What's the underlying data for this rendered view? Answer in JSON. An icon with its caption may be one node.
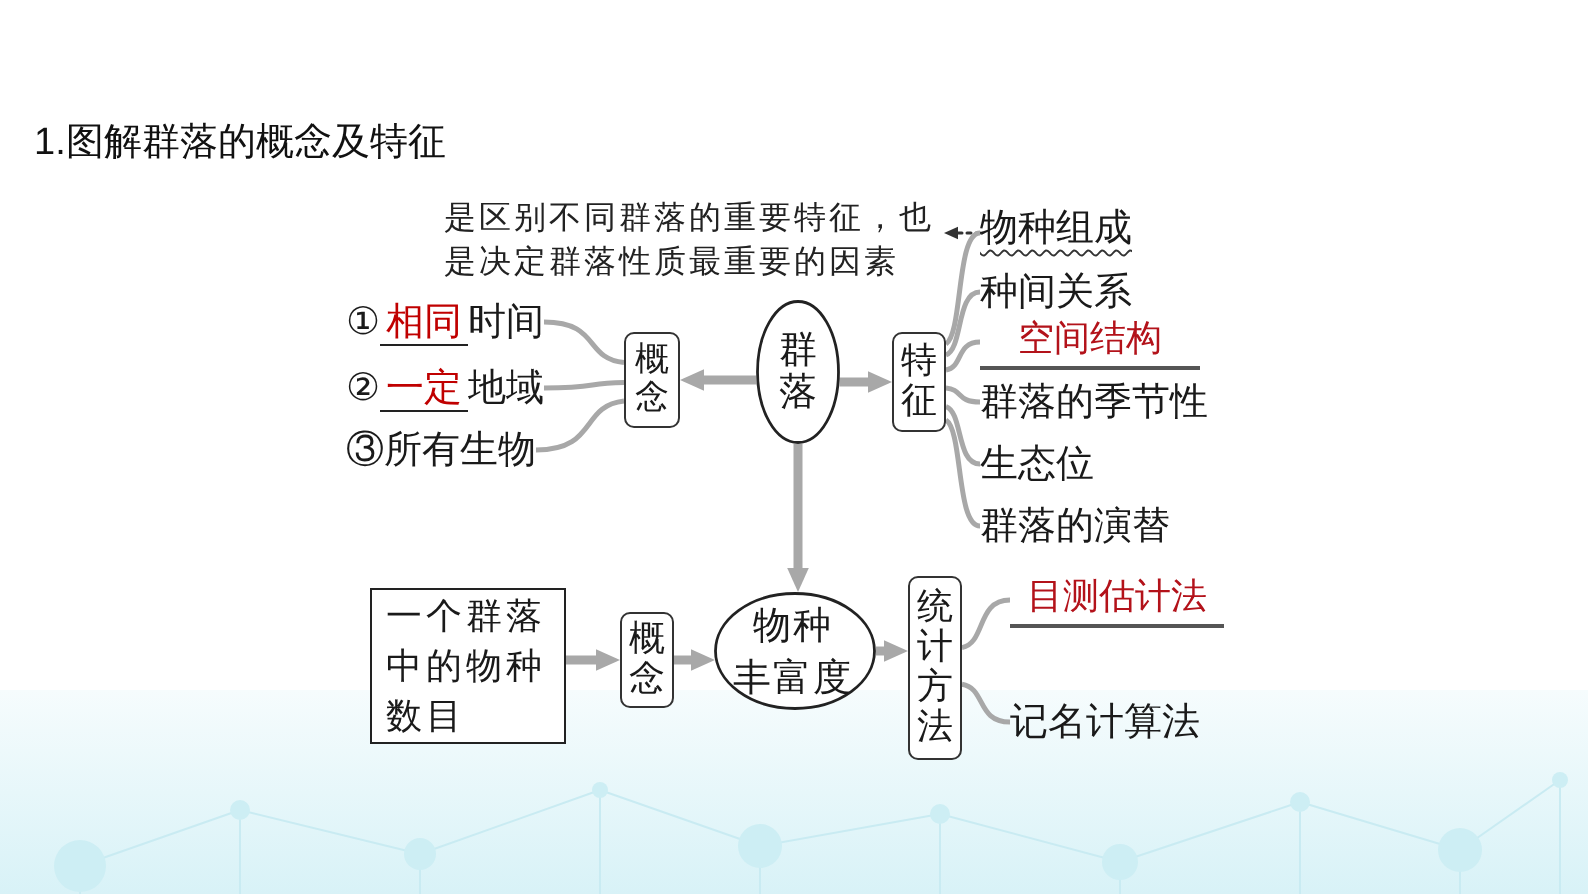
{
  "diagram": {
    "title": "1.图解群落的概念及特征",
    "nodes": [
      {
        "text": [
          "是区别不同群落的重要特征，也是决定群落性质最重要的因素"
        ]
      },
      {
        "text": [
          "物种组成"
        ]
      },
      {
        "text": [
          "①**相同**时间"
        ]
      },
      {
        "text": [
          "②**一定**地域"
        ]
      },
      {
        "text": [
          "③所有生物"
        ]
      },
      {
        "text": [
          "概念"
        ]
      },
      {
        "text": [
          "群落"
        ]
      },
      {
        "text": [
          "特征"
        ]
      },
      {
        "text": [
          "种间关系"
        ]
      },
      {
        "text": [
          "空间结构"
        ]
      },
      {
        "text": [
          "群落的季节性"
        ]
      },
      {
        "text": [
          "生态位"
        ]
      },
      {
        "text": [
          "群落的演替"
        ]
      },
      {
        "text": [
          "一个群落中的物种数目"
        ]
      },
      {
        "text": [
          "概念"
        ]
      },
      {
        "text": [
          "物种丰富度"
        ]
      },
      {
        "text": [
          "统计方法"
        ]
      },
      {
        "text": [
          "目测估计法"
        ]
      },
      {
        "text": [
          "记名计算法"
        ]
      }
    ],
    "edges": [
      {
        "from": 1,
        "to": 0,
        "arrow": "to",
        "style": "dashed",
        "color": "#333333"
      },
      {
        "from": 6,
        "to": 5,
        "arrow": "to",
        "style": "thick"
      },
      {
        "from": 6,
        "to": 7,
        "arrow": "to",
        "style": "thick"
      },
      {
        "from": 6,
        "to": 15,
        "arrow": "to",
        "style": "thick"
      },
      {
        "from": 13,
        "to": 14,
        "arrow": "to",
        "style": "thick"
      },
      {
        "from": 14,
        "to": 15,
        "arrow": "to",
        "style": "thick"
      },
      {
        "from": 15,
        "to": 16,
        "arrow": "to",
        "style": "thick"
      },
      {
        "from": 5,
        "to": 2,
        "arrow": "none"
      },
      {
        "from": 5,
        "to": 3,
        "arrow": "none"
      },
      {
        "from": 5,
        "to": 4,
        "arrow": "none"
      },
      {
        "from": 7,
        "to": 1,
        "arrow": "none"
      },
      {
        "from": 7,
        "to": 8,
        "arrow": "none"
      },
      {
        "from": 7,
        "to": 9,
        "arrow": "none"
      },
      {
        "from": 7,
        "to": 10,
        "arrow": "none"
      },
      {
        "from": 7,
        "to": 11,
        "arrow": "none"
      },
      {
        "from": 7,
        "to": 12,
        "arrow": "none"
      },
      {
        "from": 16,
        "to": 17,
        "arrow": "none"
      },
      {
        "from": 16,
        "to": 18,
        "arrow": "none"
      }
    ]
  }
}
